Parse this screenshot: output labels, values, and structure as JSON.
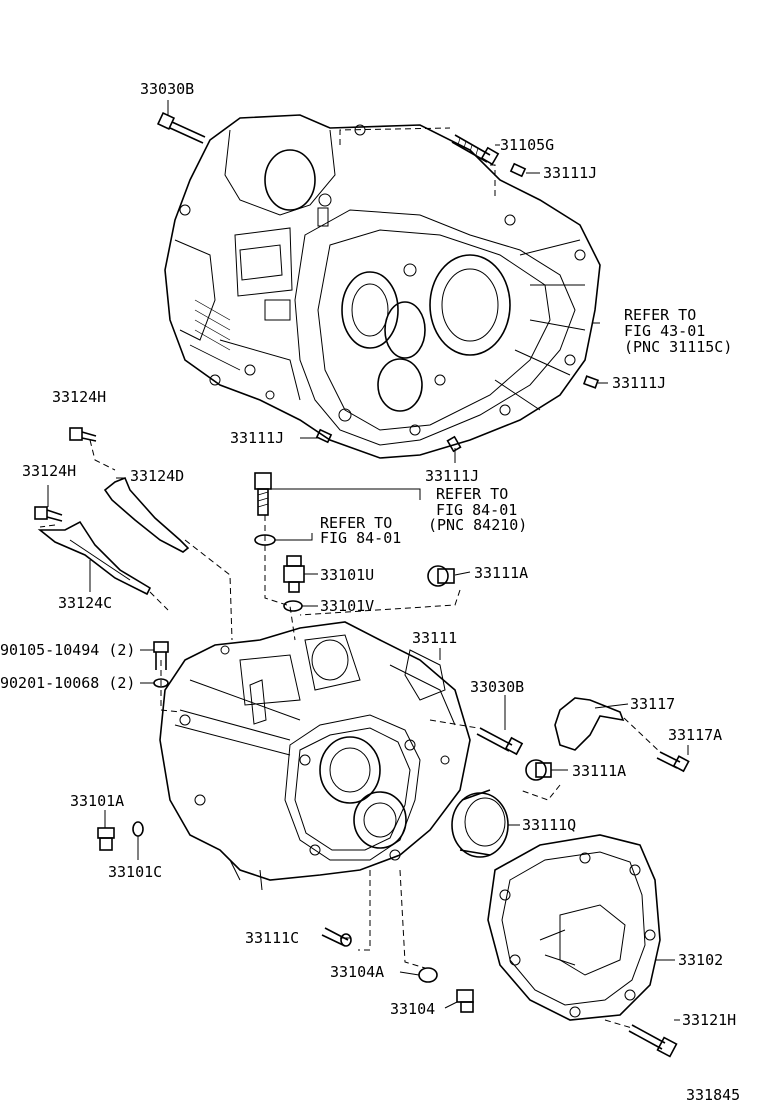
{
  "labels": {
    "l_33030B_top": "33030B",
    "l_31105G": "31105G",
    "l_33111J_a": "33111J",
    "l_refer1_a": "REFER TO",
    "l_refer1_b": "FIG 43-01",
    "l_refer1_c": "(PNC 31115C)",
    "l_33111J_b": "33111J",
    "l_33124H_a": "33124H",
    "l_33111J_c": "33111J",
    "l_33111J_d": "33111J",
    "l_33124H_b": "33124H",
    "l_33124D": "33124D",
    "l_refer2_a": "REFER TO",
    "l_refer2_b": "FIG 84-01",
    "l_refer2_c": "(PNC 84210)",
    "l_refer3_a": "REFER TO",
    "l_refer3_b": "FIG 84-01",
    "l_33124C": "33124C",
    "l_33101U": "33101U",
    "l_33111A_a": "33111A",
    "l_33101V": "33101V",
    "l_33111": "33111",
    "l_90105": "90105-10494 (2)",
    "l_90201": "90201-10068 (2)",
    "l_33030B_mid": "33030B",
    "l_33117": "33117",
    "l_33117A": "33117A",
    "l_33111A_b": "33111A",
    "l_33101A": "33101A",
    "l_33111Q": "33111Q",
    "l_33101C": "33101C",
    "l_33111C": "33111C",
    "l_33102": "33102",
    "l_33104A": "33104A",
    "l_33104": "33104",
    "l_33121H": "33121H",
    "l_figno": "331845"
  }
}
